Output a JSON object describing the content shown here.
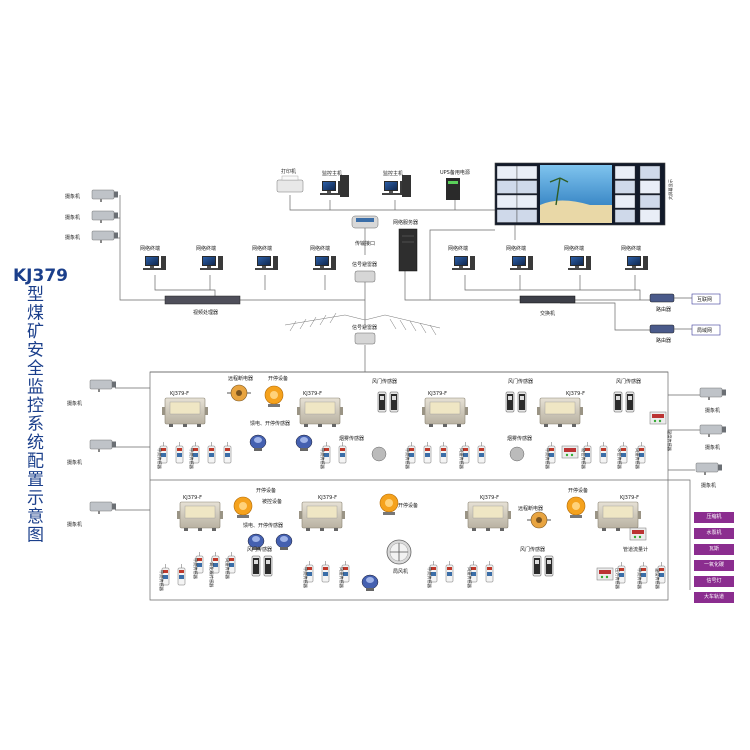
{
  "title": {
    "model": "KJ379",
    "chars": [
      "型",
      "煤",
      "矿",
      "安",
      "全",
      "监",
      "控",
      "系",
      "统",
      "配",
      "置",
      "示",
      "意",
      "图"
    ]
  },
  "colors": {
    "title": "#1b3f8b",
    "tag": "#8b2d8f",
    "station_body": "#cfc9bb",
    "station_window": "#efe6c4",
    "alarm": "#f5a21d",
    "screen": "#1c3f77"
  },
  "labels": {
    "camera": "摄象机",
    "printer": "打印机",
    "monitor_host": "监控主机",
    "control_host": "监控主机",
    "ups": "UPS备用电源",
    "big_screen": "大屏幕显示",
    "transfer_port": "传输接口",
    "net_server": "网络服务器",
    "net_terminal": "网络终端",
    "signal_repeater": "信号避雷器",
    "video_processor": "视频处理器",
    "switch": "交换机",
    "router": "路由器",
    "internet": "互联网",
    "lan": "局域网",
    "station": "KJ379-F",
    "remote_breaker": "远程断电器",
    "start_stop": "开停设备",
    "start_stop_sensor": "开停传感器",
    "feed_breaker": "馈电、开停传感器",
    "methane": "甲烷传感器",
    "wind_door": "风门传感器",
    "smoke": "烟雾传感器",
    "wind_speed": "风速传感器",
    "temperature": "温度传感器",
    "object_pos": "物位传感器",
    "water_level": "水位传感器",
    "co": "一氧化碳传感器",
    "pressure": "压力传感器",
    "flow_meter": "管道流量计",
    "controlled": "被控设备",
    "local_fan": "局风机",
    "signal_lamp": "信号灯"
  },
  "tags": [
    "压缩机",
    "水泵机",
    "瓦斯",
    "一氧化碳",
    "信号灯",
    "大车轨道"
  ]
}
